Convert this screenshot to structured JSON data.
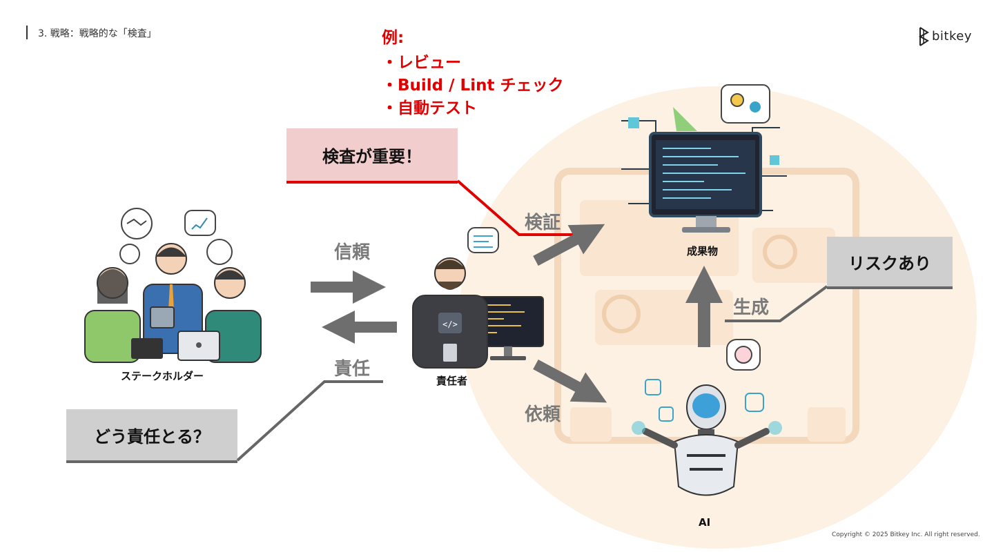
{
  "header": {
    "breadcrumb": "3. 戦略：戦略的な「検査」",
    "logo_text": "bitkey"
  },
  "examples": {
    "title": "例:",
    "items": [
      "・レビュー",
      "・Build / Lint チェック",
      "・自動テスト"
    ]
  },
  "callouts": {
    "inspection": "検査が重要！",
    "risk": "リスクあり",
    "responsibility": "どう責任とる？"
  },
  "flow_labels": {
    "trust": "信頼",
    "responsibility": "責任",
    "verify": "検証",
    "request": "依頼",
    "generate": "生成"
  },
  "nodes": {
    "stakeholder": "ステークホルダー",
    "owner": "責任者",
    "deliverable": "成果物",
    "ai": "AI"
  },
  "footer": {
    "copyright": "Copyright © 2025 Bitkey Inc. All right reserved."
  },
  "colors": {
    "accent_red": "#e00000",
    "arrow_gray": "#6e6e6e",
    "callout_red_bg": "#f1cdcd",
    "callout_gray_bg": "#cfcfcf",
    "backdrop": "#fbeedd"
  }
}
